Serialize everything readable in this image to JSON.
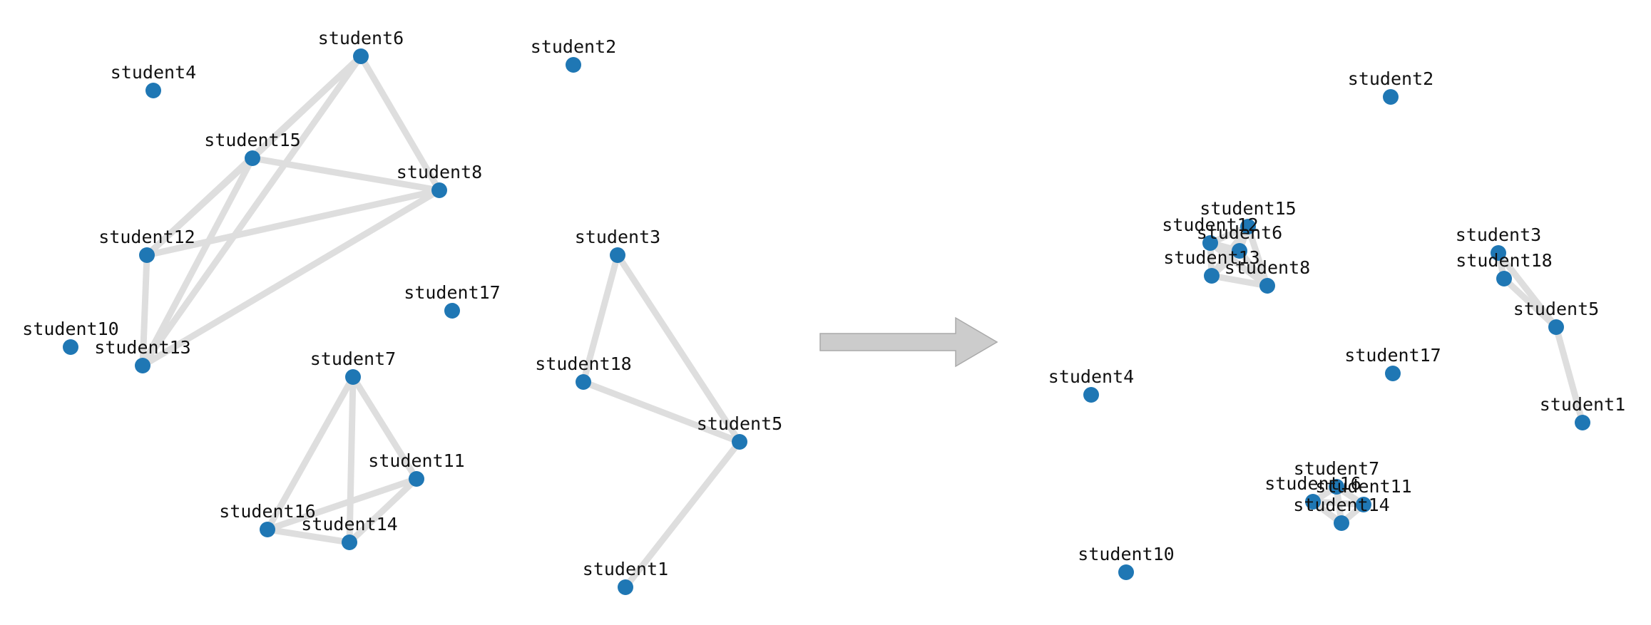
{
  "colors": {
    "background": "#ffffff",
    "node": "#1f77b4",
    "edge": "#dedede",
    "arrow": "#cccccc",
    "label": "#111111"
  },
  "arrow": {
    "icon": "right-arrow-icon"
  },
  "graphs": [
    {
      "id": "before",
      "nodes": [
        {
          "id": "student6",
          "label": "student6"
        },
        {
          "id": "student2",
          "label": "student2"
        },
        {
          "id": "student4",
          "label": "student4"
        },
        {
          "id": "student15",
          "label": "student15"
        },
        {
          "id": "student8",
          "label": "student8"
        },
        {
          "id": "student12",
          "label": "student12"
        },
        {
          "id": "student3",
          "label": "student3"
        },
        {
          "id": "student17",
          "label": "student17"
        },
        {
          "id": "student10",
          "label": "student10"
        },
        {
          "id": "student13",
          "label": "student13"
        },
        {
          "id": "student7",
          "label": "student7"
        },
        {
          "id": "student18",
          "label": "student18"
        },
        {
          "id": "student5",
          "label": "student5"
        },
        {
          "id": "student11",
          "label": "student11"
        },
        {
          "id": "student16",
          "label": "student16"
        },
        {
          "id": "student14",
          "label": "student14"
        },
        {
          "id": "student1",
          "label": "student1"
        }
      ],
      "edges": [
        [
          "student6",
          "student15"
        ],
        [
          "student6",
          "student8"
        ],
        [
          "student6",
          "student12"
        ],
        [
          "student6",
          "student13"
        ],
        [
          "student15",
          "student8"
        ],
        [
          "student15",
          "student12"
        ],
        [
          "student15",
          "student13"
        ],
        [
          "student12",
          "student8"
        ],
        [
          "student12",
          "student13"
        ],
        [
          "student13",
          "student8"
        ],
        [
          "student3",
          "student18"
        ],
        [
          "student3",
          "student5"
        ],
        [
          "student18",
          "student5"
        ],
        [
          "student5",
          "student1"
        ],
        [
          "student7",
          "student11"
        ],
        [
          "student7",
          "student16"
        ],
        [
          "student7",
          "student14"
        ],
        [
          "student16",
          "student11"
        ],
        [
          "student16",
          "student14"
        ],
        [
          "student14",
          "student11"
        ]
      ]
    },
    {
      "id": "after",
      "nodes": [
        {
          "id": "student2",
          "label": "student2"
        },
        {
          "id": "student15",
          "label": "student15"
        },
        {
          "id": "student12",
          "label": "student12"
        },
        {
          "id": "student6",
          "label": "student6"
        },
        {
          "id": "student13",
          "label": "student13"
        },
        {
          "id": "student8",
          "label": "student8"
        },
        {
          "id": "student3",
          "label": "student3"
        },
        {
          "id": "student18",
          "label": "student18"
        },
        {
          "id": "student5",
          "label": "student5"
        },
        {
          "id": "student17",
          "label": "student17"
        },
        {
          "id": "student4",
          "label": "student4"
        },
        {
          "id": "student1",
          "label": "student1"
        },
        {
          "id": "student7",
          "label": "student7"
        },
        {
          "id": "student16",
          "label": "student16"
        },
        {
          "id": "student11",
          "label": "student11"
        },
        {
          "id": "student14",
          "label": "student14"
        },
        {
          "id": "student10",
          "label": "student10"
        }
      ],
      "edges": [
        [
          "student15",
          "student12"
        ],
        [
          "student15",
          "student6"
        ],
        [
          "student15",
          "student13"
        ],
        [
          "student15",
          "student8"
        ],
        [
          "student12",
          "student6"
        ],
        [
          "student12",
          "student13"
        ],
        [
          "student6",
          "student13"
        ],
        [
          "student6",
          "student8"
        ],
        [
          "student13",
          "student8"
        ],
        [
          "student12",
          "student8"
        ],
        [
          "student3",
          "student18"
        ],
        [
          "student3",
          "student5"
        ],
        [
          "student18",
          "student5"
        ],
        [
          "student5",
          "student1"
        ],
        [
          "student7",
          "student16"
        ],
        [
          "student7",
          "student11"
        ],
        [
          "student7",
          "student14"
        ],
        [
          "student16",
          "student11"
        ],
        [
          "student16",
          "student14"
        ],
        [
          "student11",
          "student14"
        ]
      ]
    }
  ]
}
